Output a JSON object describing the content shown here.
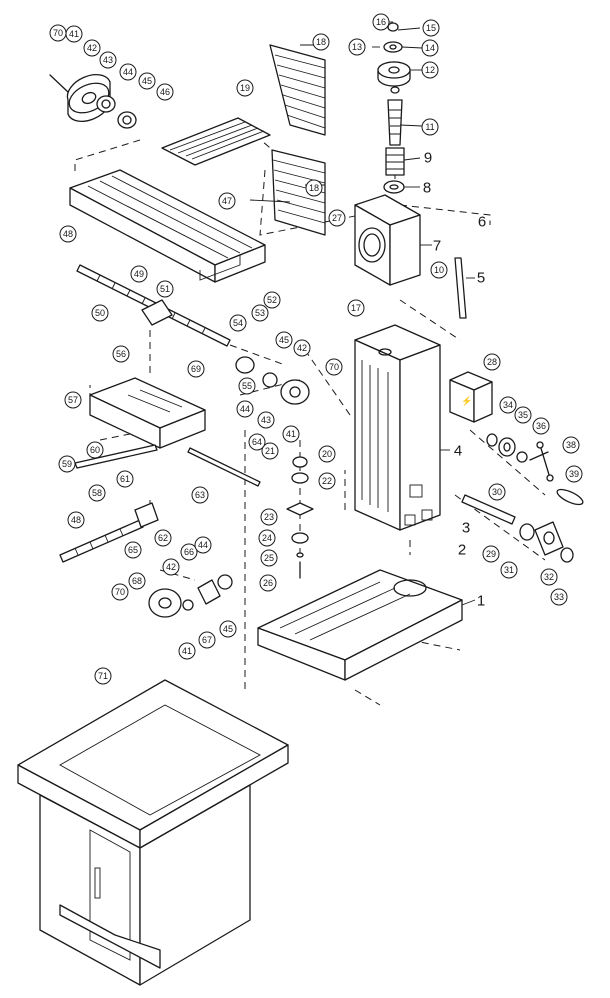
{
  "diagram": {
    "type": "exploded-parts-view",
    "callouts": [
      {
        "id": "c1",
        "label": "1",
        "style": "large"
      },
      {
        "id": "c2",
        "label": "2",
        "style": "large"
      },
      {
        "id": "c3",
        "label": "3",
        "style": "large"
      },
      {
        "id": "c4",
        "label": "4",
        "style": "large"
      },
      {
        "id": "c5",
        "label": "5",
        "style": "large"
      },
      {
        "id": "c6",
        "label": "6",
        "style": "large"
      },
      {
        "id": "c7",
        "label": "7",
        "style": "large"
      },
      {
        "id": "c8",
        "label": "8",
        "style": "large"
      },
      {
        "id": "c9",
        "label": "9",
        "style": "large"
      },
      {
        "id": "c10",
        "label": "10",
        "style": "circle"
      },
      {
        "id": "c11",
        "label": "11",
        "style": "circle"
      },
      {
        "id": "c12",
        "label": "12",
        "style": "circle"
      },
      {
        "id": "c13",
        "label": "13",
        "style": "circle"
      },
      {
        "id": "c14",
        "label": "14",
        "style": "circle"
      },
      {
        "id": "c15",
        "label": "15",
        "style": "circle"
      },
      {
        "id": "c16",
        "label": "16",
        "style": "circle"
      },
      {
        "id": "c17",
        "label": "17",
        "style": "circle"
      },
      {
        "id": "c18a",
        "label": "18",
        "style": "circle"
      },
      {
        "id": "c18b",
        "label": "18",
        "style": "circle"
      },
      {
        "id": "c19",
        "label": "19",
        "style": "circle"
      },
      {
        "id": "c20",
        "label": "20",
        "style": "circle"
      },
      {
        "id": "c21",
        "label": "21",
        "style": "circle"
      },
      {
        "id": "c22",
        "label": "22",
        "style": "circle"
      },
      {
        "id": "c23",
        "label": "23",
        "style": "circle"
      },
      {
        "id": "c24",
        "label": "24",
        "style": "circle"
      },
      {
        "id": "c25",
        "label": "25",
        "style": "circle"
      },
      {
        "id": "c26",
        "label": "26",
        "style": "circle"
      },
      {
        "id": "c27",
        "label": "27",
        "style": "circle"
      },
      {
        "id": "c28",
        "label": "28",
        "style": "circle"
      },
      {
        "id": "c29",
        "label": "29",
        "style": "circle"
      },
      {
        "id": "c30",
        "label": "30",
        "style": "circle"
      },
      {
        "id": "c31",
        "label": "31",
        "style": "circle"
      },
      {
        "id": "c32",
        "label": "32",
        "style": "circle"
      },
      {
        "id": "c33",
        "label": "33",
        "style": "circle"
      },
      {
        "id": "c34",
        "label": "34",
        "style": "circle"
      },
      {
        "id": "c35",
        "label": "35",
        "style": "circle"
      },
      {
        "id": "c36",
        "label": "36",
        "style": "circle"
      },
      {
        "id": "c37",
        "label": "37",
        "style": "circle"
      },
      {
        "id": "c38",
        "label": "38",
        "style": "circle"
      },
      {
        "id": "c39",
        "label": "39",
        "style": "circle"
      },
      {
        "id": "c41a",
        "label": "41",
        "style": "circle"
      },
      {
        "id": "c42a",
        "label": "42",
        "style": "circle"
      },
      {
        "id": "c43a",
        "label": "43",
        "style": "circle"
      },
      {
        "id": "c44a",
        "label": "44",
        "style": "circle"
      },
      {
        "id": "c45a",
        "label": "45",
        "style": "circle"
      },
      {
        "id": "c46",
        "label": "46",
        "style": "circle"
      },
      {
        "id": "c70a",
        "label": "70",
        "style": "circle"
      },
      {
        "id": "c47",
        "label": "47",
        "style": "circle"
      },
      {
        "id": "c48a",
        "label": "48",
        "style": "circle"
      },
      {
        "id": "c49",
        "label": "49",
        "style": "circle"
      },
      {
        "id": "c50",
        "label": "50",
        "style": "circle"
      },
      {
        "id": "c51",
        "label": "51",
        "style": "circle"
      },
      {
        "id": "c52",
        "label": "52",
        "style": "circle"
      },
      {
        "id": "c53",
        "label": "53",
        "style": "circle"
      },
      {
        "id": "c54",
        "label": "54",
        "style": "circle"
      },
      {
        "id": "c45b",
        "label": "45",
        "style": "circle"
      },
      {
        "id": "c42b",
        "label": "42",
        "style": "circle"
      },
      {
        "id": "c70b",
        "label": "70",
        "style": "circle"
      },
      {
        "id": "c55",
        "label": "55",
        "style": "circle"
      },
      {
        "id": "c44b",
        "label": "44",
        "style": "circle"
      },
      {
        "id": "c43b",
        "label": "43",
        "style": "circle"
      },
      {
        "id": "c41b",
        "label": "41",
        "style": "circle"
      },
      {
        "id": "c56",
        "label": "56",
        "style": "circle"
      },
      {
        "id": "c69",
        "label": "69",
        "style": "circle"
      },
      {
        "id": "c57",
        "label": "57",
        "style": "circle"
      },
      {
        "id": "c59",
        "label": "59",
        "style": "circle"
      },
      {
        "id": "c60",
        "label": "60",
        "style": "circle"
      },
      {
        "id": "c61",
        "label": "61",
        "style": "circle"
      },
      {
        "id": "c58",
        "label": "58",
        "style": "circle"
      },
      {
        "id": "c64",
        "label": "64",
        "style": "circle"
      },
      {
        "id": "c63",
        "label": "63",
        "style": "circle"
      },
      {
        "id": "c48b",
        "label": "48",
        "style": "circle"
      },
      {
        "id": "c62",
        "label": "62",
        "style": "circle"
      },
      {
        "id": "c65",
        "label": "65",
        "style": "circle"
      },
      {
        "id": "c66",
        "label": "66",
        "style": "circle"
      },
      {
        "id": "c44c",
        "label": "44",
        "style": "circle"
      },
      {
        "id": "c42c",
        "label": "42",
        "style": "circle"
      },
      {
        "id": "c68",
        "label": "68",
        "style": "circle"
      },
      {
        "id": "c70c",
        "label": "70",
        "style": "circle"
      },
      {
        "id": "c67",
        "label": "67",
        "style": "circle"
      },
      {
        "id": "c45c",
        "label": "45",
        "style": "circle"
      },
      {
        "id": "c41c",
        "label": "41",
        "style": "circle"
      },
      {
        "id": "c71",
        "label": "71",
        "style": "circle"
      }
    ]
  }
}
